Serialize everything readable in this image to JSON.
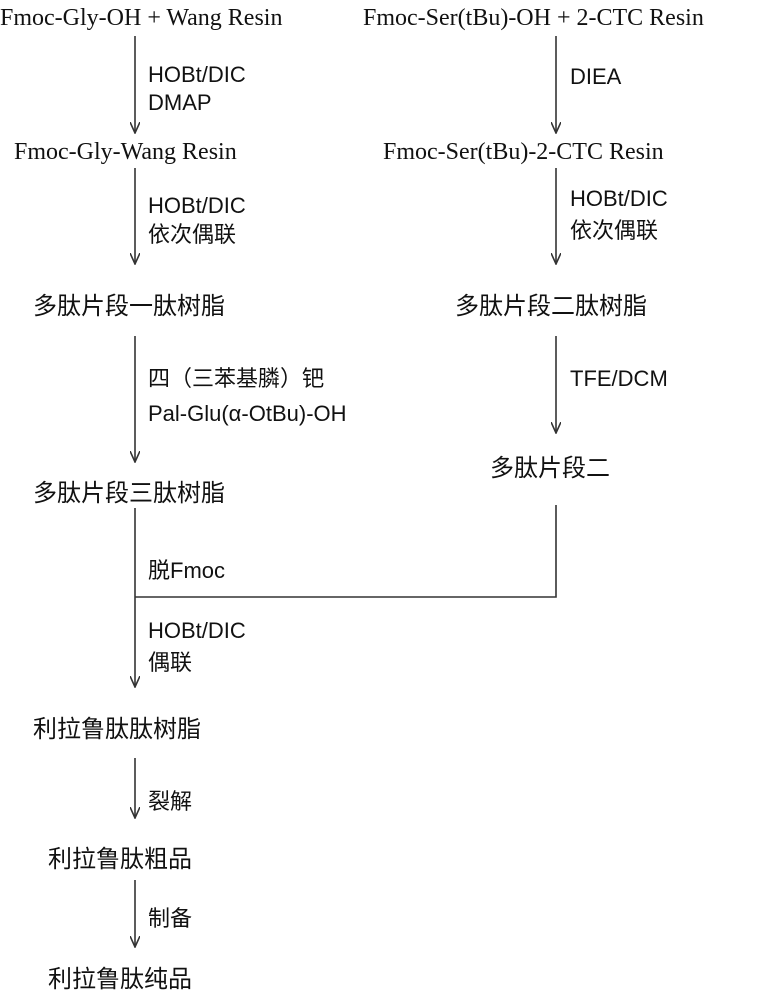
{
  "left": {
    "start": "Fmoc-Gly-OH + Wang Resin",
    "step1": [
      "HOBt/DIC",
      "DMAP"
    ],
    "node1": "Fmoc-Gly-Wang Resin",
    "step2": [
      "HOBt/DIC",
      "依次偶联"
    ],
    "node2": "多肽片段一肽树脂",
    "step3": [
      "四（三苯基膦）钯",
      "Pal-Glu(α-OtBu)-OH"
    ],
    "node3": "多肽片段三肽树脂",
    "step4": "脱Fmoc",
    "step5": [
      "HOBt/DIC",
      "偶联"
    ],
    "node4": "利拉鲁肽肽树脂",
    "step6": "裂解",
    "node5": "利拉鲁肽粗品",
    "step7": "制备",
    "node6": "利拉鲁肽纯品"
  },
  "right": {
    "start": "Fmoc-Ser(tBu)-OH + 2-CTC Resin",
    "step1": "DIEA",
    "node1": "Fmoc-Ser(tBu)-2-CTC Resin",
    "step2": [
      "HOBt/DIC",
      "依次偶联"
    ],
    "node2": "多肽片段二肽树脂",
    "step3": "TFE/DCM",
    "node3": "多肽片段二"
  }
}
